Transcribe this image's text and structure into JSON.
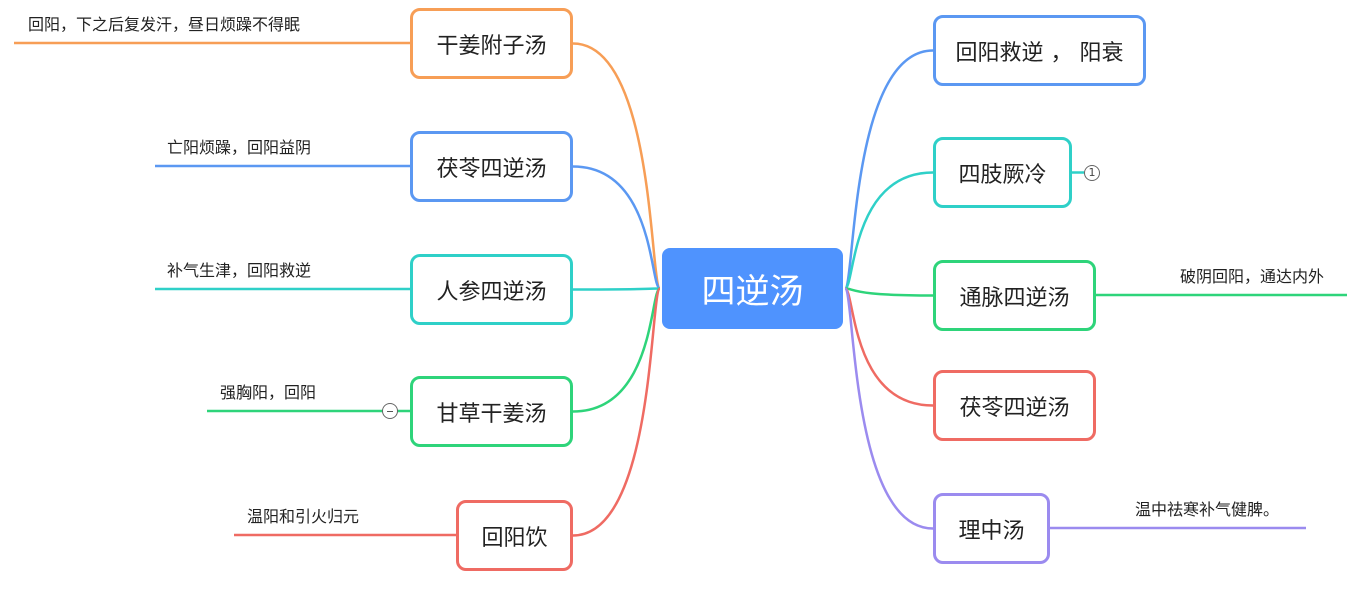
{
  "colors": {
    "root": "#4f93fe",
    "orange": "#f79e56",
    "blue": "#5b98f2",
    "teal": "#2fd0c8",
    "green": "#2ed47a",
    "red": "#ef6b63",
    "purple": "#9b8bef"
  },
  "root": {
    "label": "四逆汤"
  },
  "left_branches": [
    {
      "label": "干姜附子汤",
      "note": "回阳，下之后复发汗，昼日烦躁不得眠",
      "color": "orange"
    },
    {
      "label": "茯苓四逆汤",
      "note": "亡阳烦躁，回阳益阴",
      "color": "blue"
    },
    {
      "label": "人参四逆汤",
      "note": "补气生津，回阳救逆",
      "color": "teal"
    },
    {
      "label": "甘草干姜汤",
      "note": "强胸阳，回阳",
      "color": "green"
    },
    {
      "label": "回阳饮",
      "note": "温阳和引火归元",
      "color": "red"
    }
  ],
  "right_branches": [
    {
      "label": "回阳救逆 ， 阳衰",
      "note": "",
      "color": "blue"
    },
    {
      "label": "四肢厥冷",
      "note": "",
      "badge": "1",
      "color": "teal"
    },
    {
      "label": "通脉四逆汤",
      "note": "破阴回阳，通达内外",
      "color": "green"
    },
    {
      "label": "茯苓四逆汤",
      "note": "",
      "color": "red"
    },
    {
      "label": "理中汤",
      "note": "温中祛寒补气健脾。",
      "color": "purple"
    }
  ]
}
